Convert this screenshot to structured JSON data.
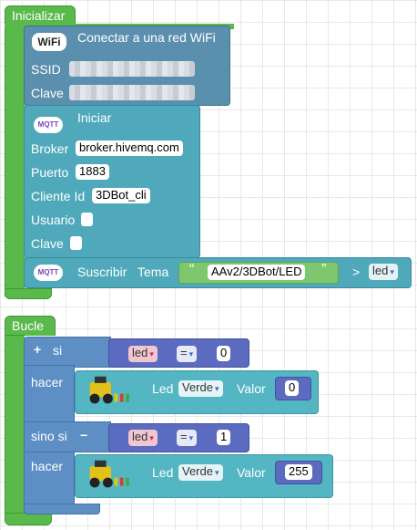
{
  "init": {
    "label": "Inicializar",
    "wifi": {
      "title": "Conectar a una red WiFi",
      "ssid_label": "SSID",
      "password_label": "Clave"
    },
    "mqtt": {
      "title": "Iniciar",
      "broker_label": "Broker",
      "broker_value": "broker.hivemq.com",
      "port_label": "Puerto",
      "port_value": "1883",
      "client_label": "Cliente Id",
      "client_value": "3DBot_cli",
      "user_label": "Usuario",
      "password_label": "Clave"
    },
    "subscribe": {
      "label": "Suscribir",
      "topic_label": "Tema",
      "topic_value": "AAv2/3DBot/LED",
      "arrow": ">",
      "var": "led"
    }
  },
  "loop": {
    "label": "Bucle",
    "if_label": "si",
    "do_label": "hacer",
    "elseif_label": "sino si",
    "cond1": {
      "var": "led",
      "op": "=",
      "value": "0"
    },
    "action1": {
      "led_label": "Led",
      "color": "Verde",
      "value_label": "Valor",
      "value": "0"
    },
    "cond2": {
      "var": "led",
      "op": "=",
      "value": "1"
    },
    "action2": {
      "led_label": "Led",
      "color": "Verde",
      "value_label": "Valor",
      "value": "255"
    }
  },
  "icons": {
    "wifi": "WiFi",
    "mqtt": "MQTT",
    "plus": "+",
    "minus": "−",
    "quote_open": "“",
    "quote_close": "”",
    "dropdown": "▾"
  }
}
